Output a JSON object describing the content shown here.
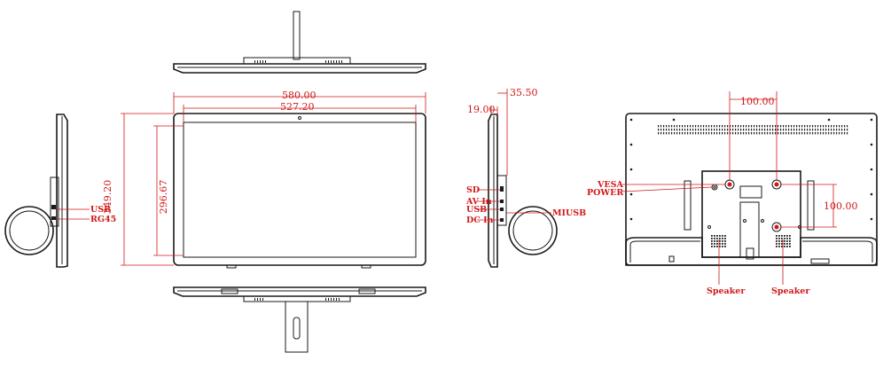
{
  "colors": {
    "dimension": "#d01818",
    "outline": "#1a1a1a",
    "background": "#ffffff"
  },
  "front_view": {
    "total_width": "580.00",
    "screen_width": "527.20",
    "total_height": "349.20",
    "screen_height": "296.67"
  },
  "side_view": {
    "depth_a": "19.00",
    "depth_b": "35.50"
  },
  "rear_view": {
    "vesa_horizontal": "100.00",
    "vesa_vertical": "100.00"
  },
  "left_side_labels": {
    "usb": "USB",
    "rg45": "RG45"
  },
  "right_side_labels": {
    "sd": "SD",
    "av_in": "AV In",
    "usb": "USB",
    "dc_in": "DC In",
    "micro_usb": "MIUSB"
  },
  "rear_labels": {
    "vesa": "VESA",
    "power": "POWER",
    "speaker_left": "Speaker",
    "speaker_right": "Speaker"
  }
}
